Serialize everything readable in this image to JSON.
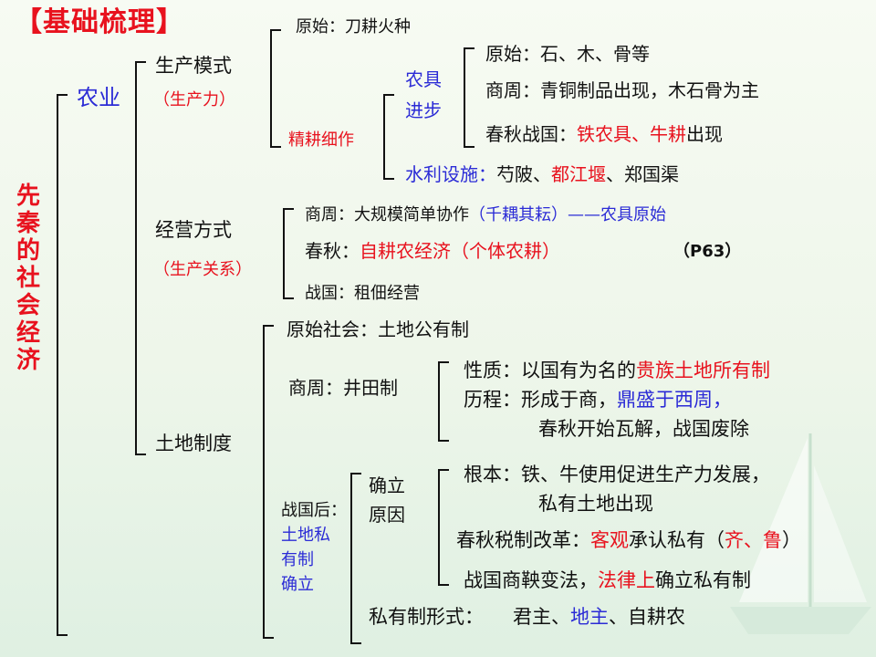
{
  "title": "【基础梳理】",
  "root": [
    "先",
    "秦",
    "的",
    "社",
    "会",
    "经",
    "济"
  ],
  "agriculture": {
    "label": "农业",
    "mode": {
      "label": "生产模式",
      "sub": "（生产力）",
      "primitive": "原始：刀耕火种",
      "fine": "精耕细作",
      "tools_label_1": "农具",
      "tools_label_2": "进步",
      "tools_primitive": "原始：石、木、骨等",
      "tools_shangzhou": "商周：青铜制品出现，木石骨为主",
      "tools_spring_prefix": "春秋战国：",
      "tools_spring_red": "铁农具、牛耕",
      "tools_spring_suffix": "出现",
      "water_label": "水利设施：",
      "water_a": "芍陂、",
      "water_b": "都江堰",
      "water_c": "、郑国渠"
    },
    "business": {
      "label": "经营方式",
      "sub": "（生产关系）",
      "shangzhou_prefix": "商周：大规模简单协作",
      "shangzhou_blue": "（千耦其耘）——农具原始",
      "chunqiu_prefix": "春秋：",
      "chunqiu_red": "自耕农经济（个体农耕）",
      "chunqiu_page": "（P63）",
      "zhanguo": "战国：租佃经营"
    }
  },
  "land": {
    "label": "土地制度",
    "primitive": "原始社会：土地公有制",
    "jingtian": "商周：井田制",
    "nature_prefix": "性质：以国有为名的",
    "nature_red": "贵族土地所有制",
    "history_prefix": "历程：形成于商，",
    "history_blue": "鼎盛于西周，",
    "history_2": "春秋开始瓦解，战国废除",
    "after_1": "战国后：",
    "after_2": "土地私",
    "after_3": "有制",
    "after_4": "确立",
    "reason_1": "确立",
    "reason_2": "原因",
    "root_1": "根本：铁、牛使用促进生产力发展，",
    "root_2": "私有土地出现",
    "tax_prefix": "春秋税制改革：",
    "tax_red": "客观",
    "tax_mid": "承认私有（",
    "tax_red2": "齐、鲁",
    "tax_end": "）",
    "shang_prefix": "战国商鞅变法，",
    "shang_red": "法律上",
    "shang_suffix": "确立私有制",
    "forms_label": "私有制形式：",
    "forms_a": "君主、",
    "forms_b": "地主",
    "forms_c": "、自耕农"
  }
}
